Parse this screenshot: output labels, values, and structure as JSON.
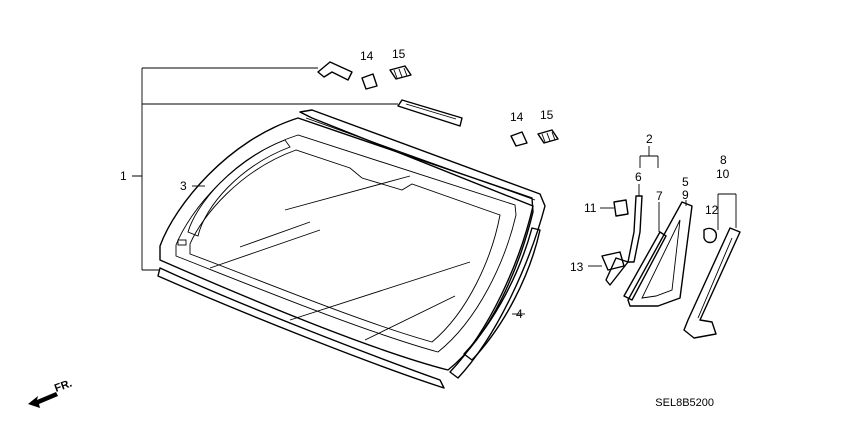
{
  "diagram": {
    "callouts": {
      "c1": "1",
      "c2": "2",
      "c3": "3",
      "c4": "4",
      "c5": "5",
      "c6": "6",
      "c7": "7",
      "c8": "8",
      "c9": "9",
      "c10": "10",
      "c11": "11",
      "c12": "12",
      "c13": "13",
      "c14a": "14",
      "c15a": "15",
      "c14b": "14",
      "c15b": "15"
    },
    "direction_label": "FR.",
    "diagram_code": "SEL8B5200"
  }
}
